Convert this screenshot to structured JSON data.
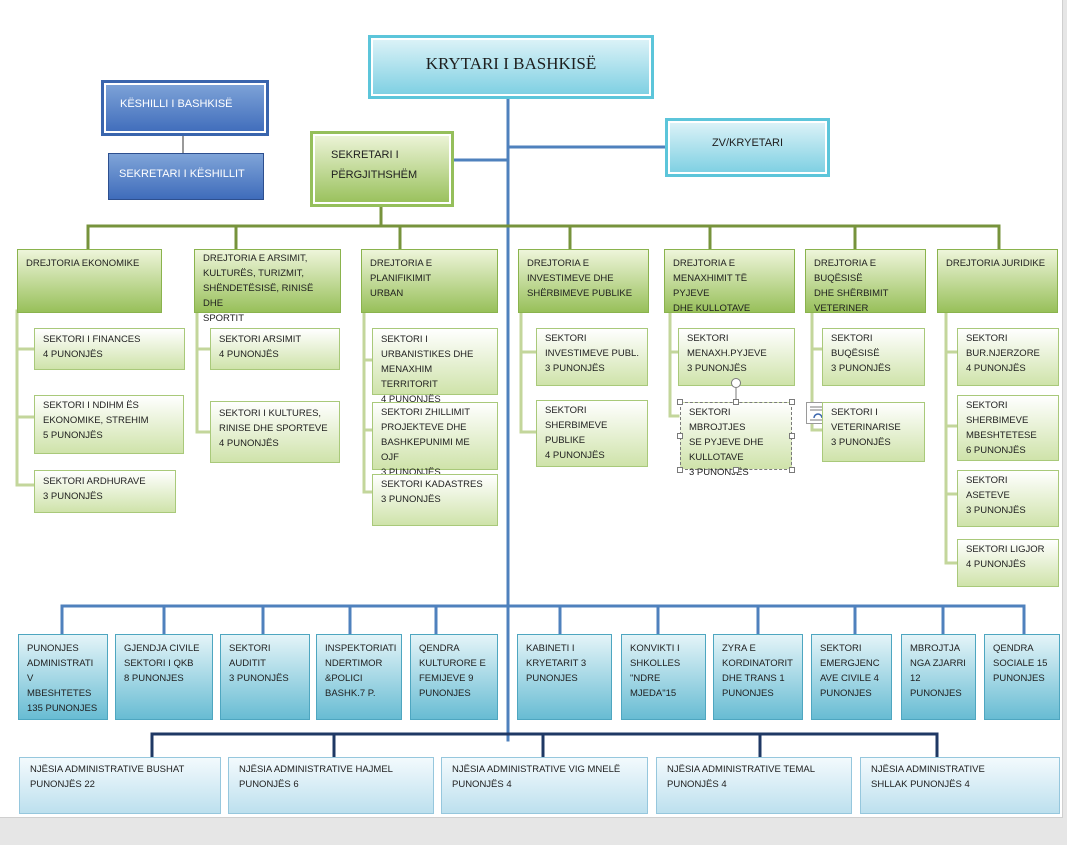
{
  "top": {
    "mayor": "KRYTARI I BASHKISË",
    "council": "KËSHILLI I BASHKISË",
    "council_secretary": "SEKRETARI I KËSHILLIT",
    "general_secretary": "SEKRETARI I\nPËRGJITHSHËM",
    "deputy": "ZV/KRYETARI"
  },
  "directorates": [
    "DREJTORIA EKONOMIKE",
    "DREJTORIA E ARSIMIT,\nKULTURËS, TURIZMIT,\nSHËNDETËSISË, RINISË DHE\nSPORTIT",
    "DREJTORIA E PLANIFIKIMIT\nURBAN",
    "DREJTORIA E\nINVESTIMEVE DHE\nSHËRBIMEVE PUBLIKE",
    "DREJTORIA E\nMENAXHIMIT TË PYJEVE\nDHE KULLOTAVE",
    "DREJTORIA E BUQËSISË\nDHE SHËRBIMIT\nVETERINER",
    "DREJTORIA JURIDIKE"
  ],
  "sectors": {
    "economic": [
      "SEKTORI I FINANCES\n4      PUNONJËS",
      "SEKTORI I NDIHM ËS\nEKONOMIKE, STREHIM\n5 PUNONJËS",
      "SEKTORI ARDHURAVE\n3 PUNONJËS"
    ],
    "education": [
      "SEKTORI ARSIMIT\n4    PUNONJËS",
      "SEKTORI I KULTURES,\nRINISE DHE SPORTEVE\n4 PUNONJËS"
    ],
    "urban": [
      "SEKTORI I\nURBANISTIKES DHE\nMENAXHIM TERRITORIT\n4 PUNONJËS",
      "SEKTORI ZHILLIMIT\nPROJEKTEVE DHE\nBASHKEPUNIMI ME OJF\n3 PUNONJËS",
      "SEKTORI KADASTRES\n3 PUNONJËS"
    ],
    "investments": [
      "SEKTORI\nINVESTIMEVE PUBL.\n3 PUNONJËS",
      "SEKTORI\nSHERBIMEVE\nPUBLIKE\n4 PUNONJËS"
    ],
    "forests": [
      "SEKTORI\nMENAXH.PYJEVE\n3 PUNONJËS",
      "SEKTORI MBROJTJES\nSE PYJEVE DHE\nKULLOTAVE\n3 PUNONJËS"
    ],
    "agriculture": [
      "SEKTORI BUQËSISË\n3 PUNONJËS",
      "SEKTORI I\nVETERINARISE\n3 PUNONJËS"
    ],
    "legal": [
      "SEKTORI\nBUR.NJERZORE\n4 PUNONJËS",
      "SEKTORI\nSHERBIMEVE\nMBESHTETESE\n6 PUNONJËS",
      "SEKTORI ASETEVE\n3 PUNONJËS",
      "SEKTORI LIGJOR\n4 PUNONJËS"
    ]
  },
  "units": [
    "PUNONJES\nADMINISTRATI\nV MBESHTETES\n135 PUNONJES",
    "GJENDJA CIVILE\nSEKTORI I QKB\n8 PUNONJES",
    "SEKTORI\nAUDITIT\n3 PUNONJËS",
    "INSPEKTORIATI\nNDERTIMOR\n&POLICI\nBASHK.7 P.",
    "QENDRA\nKULTURORE E\nFEMIJEVE 9\nPUNONJES",
    "KABINETI I\nKRYETARIT 3\nPUNONJES",
    "KONVIKTI I\nSHKOLLES\n\"NDRE\nMJEDA\"15",
    "ZYRA E\nKORDINATORIT\nDHE TRANS 1\nPUNONJES",
    "SEKTORI\nEMERGJENC\nAVE CIVILE 4\nPUNONJES",
    "MBROJTJA\nNGA ZJARRI\n12\nPUNONJES",
    "QENDRA\nSOCIALE 15\nPUNONJES"
  ],
  "admin_units": [
    "NJËSIA ADMINISTRATIVE BUSHAT\nPUNONJËS 22",
    "NJËSIA ADMINISTRATIVE HAJMEL\nPUNONJËS 6",
    "NJËSIA ADMINISTRATIVE VIG MNELË\nPUNONJËS 4",
    "NJËSIA ADMINISTRATIVE TEMAL\nPUNONJËS 4",
    "NJËSIA ADMINISTRATIVE\nSHLLAK   PUNONJËS 4"
  ],
  "colors": {
    "connector_blue": "#4f81bd",
    "connector_green": "#77933c",
    "teal": "#5cc5da",
    "green": "#9bbb59",
    "navy": "#3a65ad"
  }
}
